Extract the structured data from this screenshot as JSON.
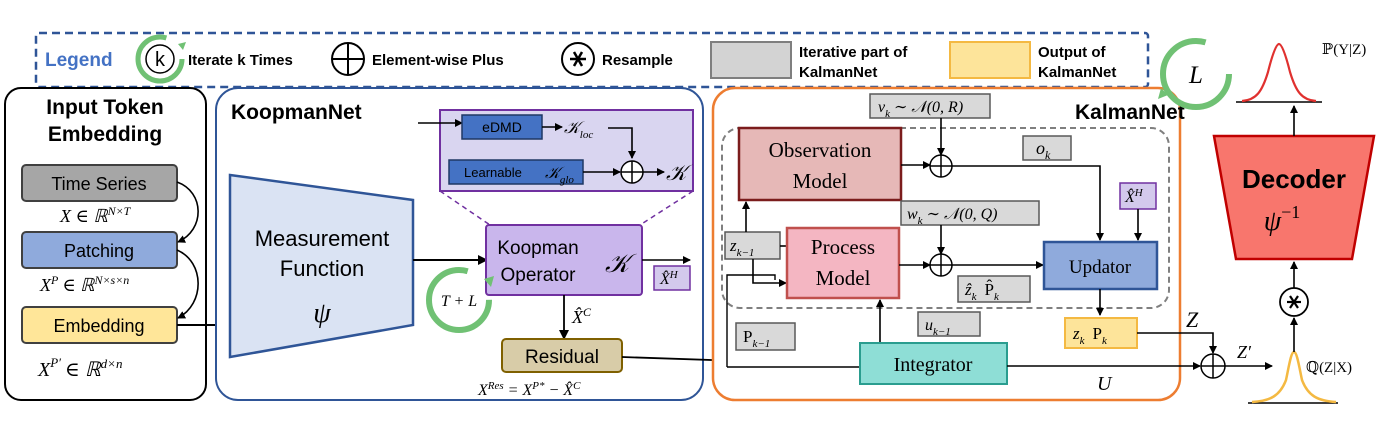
{
  "legend": {
    "title": "Legend",
    "iterate_symbol": "k",
    "iterate_label": "Iterate k Times",
    "plus_label": "Element-wise Plus",
    "resample_label": "Resample",
    "iterative_label_1": "Iterative part of",
    "iterative_label_2": "KalmanNet",
    "output_label_1": "Output of",
    "output_label_2": "KalmanNet",
    "colors": {
      "iterative": "#d3d3d3",
      "output": "#fde49a",
      "border": "#2f5597"
    }
  },
  "input_embedding": {
    "title_1": "Input Token",
    "title_2": "Embedding",
    "time_series": "Time Series",
    "x_space": "X ∈ ℝ",
    "x_space_sup": "N×T",
    "patching": "Patching",
    "xp_space": "X",
    "xp_space_sup": "P",
    "xp_space_rest": "∈ ℝ",
    "xp_space_rest_sup": "N×s×n",
    "embedding": "Embedding",
    "xpp_space": "X",
    "xpp_sup": "P′",
    "xpp_rest": "∈ ℝ",
    "xpp_rest_sup": "d×n"
  },
  "koopmannet": {
    "title": "KoopmanNet",
    "measurement_1": "Measurement",
    "measurement_2": "Function",
    "psi": "ψ",
    "edmd": "eDMD",
    "k_loc": "𝒦",
    "k_loc_sub": "loc",
    "learnable": "Learnable",
    "k_glo": "𝒦",
    "k_glo_sub": "glo",
    "k_out": "𝒦",
    "operator_1": "Koopman",
    "operator_2": "Operator",
    "operator_k": "𝒦",
    "loop_label": "T + L",
    "xh": "X̂",
    "xh_sup": "H",
    "xc": "X̂",
    "xc_sup": "C",
    "residual": "Residual",
    "res_eq_x": "X",
    "res_eq_sup": "Res",
    "res_eq_mid": " = X",
    "res_eq_sup2": "P*",
    "res_eq_end": " − X̂",
    "res_eq_sup3": "C"
  },
  "kalmannet": {
    "title": "KalmanNet",
    "loop_label": "L",
    "vk": "v",
    "vk_sub": "k",
    "vk_rest": " ∼ 𝒩(0, R)",
    "observation_1": "Observation",
    "observation_2": "Model",
    "ok": "o",
    "ok_sub": "k",
    "xh": "X̂",
    "xh_sup": "H",
    "wk": "w",
    "wk_sub": "k",
    "wk_rest": " ∼ 𝒩(0, Q)",
    "zk1": "z",
    "zk1_sub": "k−1",
    "process_1": "Process",
    "process_2": "Model",
    "updator": "Updator",
    "zhat": "ẑ",
    "zhat_sub": "k",
    "phat": "P̂",
    "phat_sub": "k",
    "pk1": "P",
    "pk1_sub": "k−1",
    "uk1": "u",
    "uk1_sub": "k−1",
    "zk": "z",
    "zk_sub": "k",
    "pk": "P",
    "pk_sub": "k",
    "integrator": "Integrator",
    "u_label": "U"
  },
  "decoder": {
    "title": "Decoder",
    "psi_inv": "ψ",
    "psi_inv_sup": "−1",
    "p_label": "ℙ(Y|Z)",
    "q_label": "ℚ(Z|X)",
    "z_label": "Z",
    "zprime_label": "Z′"
  }
}
